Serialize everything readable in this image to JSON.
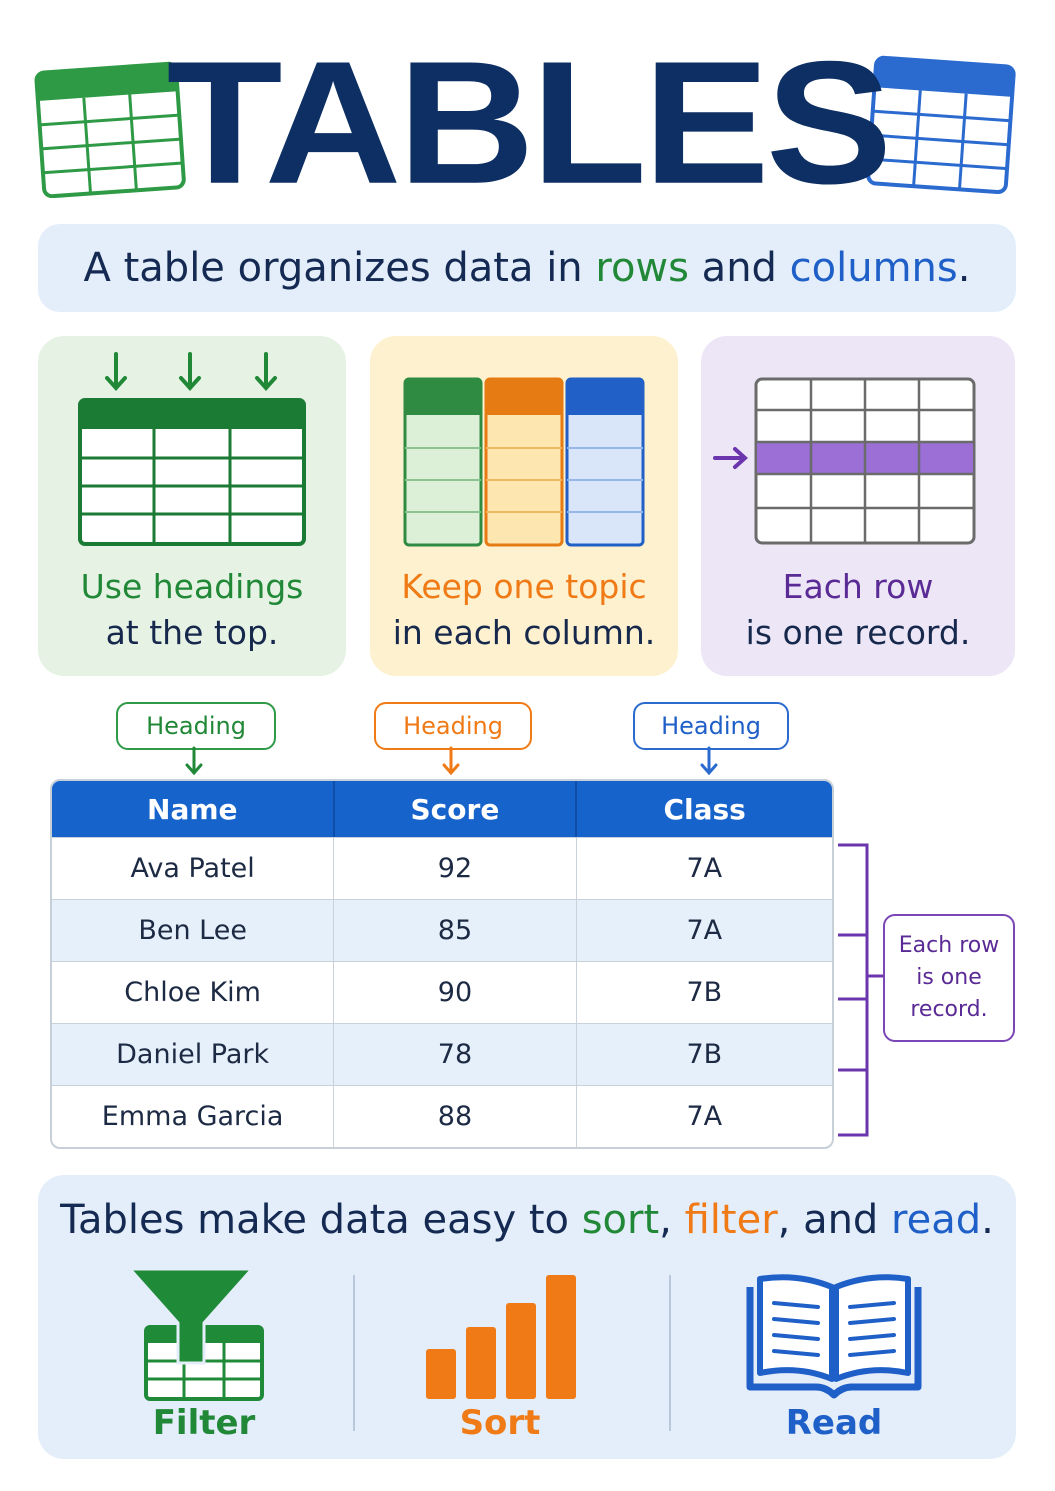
{
  "title": "TABLES",
  "definition": {
    "before": "A table organizes data in ",
    "rows": "rows",
    "middle": " and ",
    "columns": "columns",
    "end": "."
  },
  "tips": [
    {
      "line1": "Use headings",
      "line2": "at the top.",
      "accent": "#218838"
    },
    {
      "line1": "Keep one topic",
      "line2": "in each column.",
      "accent": "#ef7a16"
    },
    {
      "line1": "Each row",
      "line2": "is one record.",
      "accent": "#5a2a95"
    }
  ],
  "heading_tags": [
    "Heading",
    "Heading",
    "Heading"
  ],
  "table": {
    "headers": [
      "Name",
      "Score",
      "Class"
    ],
    "rows": [
      [
        "Ava Patel",
        "92",
        "7A"
      ],
      [
        "Ben Lee",
        "85",
        "7A"
      ],
      [
        "Chloe Kim",
        "90",
        "7B"
      ],
      [
        "Daniel Park",
        "78",
        "7B"
      ],
      [
        "Emma Garcia",
        "88",
        "7A"
      ]
    ]
  },
  "record_callout": [
    "Each row",
    "is one",
    "record."
  ],
  "bottom": {
    "before": "Tables make data easy to ",
    "sort": "sort",
    "comma1": ", ",
    "filter": "filter",
    "comma2": ", and ",
    "read": "read",
    "end": ".",
    "features": [
      {
        "label": "Filter",
        "icon": "filter-funnel-icon",
        "color": "#218838"
      },
      {
        "label": "Sort",
        "icon": "bar-chart-icon",
        "color": "#ef7a16"
      },
      {
        "label": "Read",
        "icon": "open-book-icon",
        "color": "#1f5fc8"
      }
    ]
  },
  "colors": {
    "green": "#218838",
    "orange": "#ef7a16",
    "blue": "#1f5fc8",
    "purple": "#5a2a95",
    "navy": "#0d2f63"
  }
}
